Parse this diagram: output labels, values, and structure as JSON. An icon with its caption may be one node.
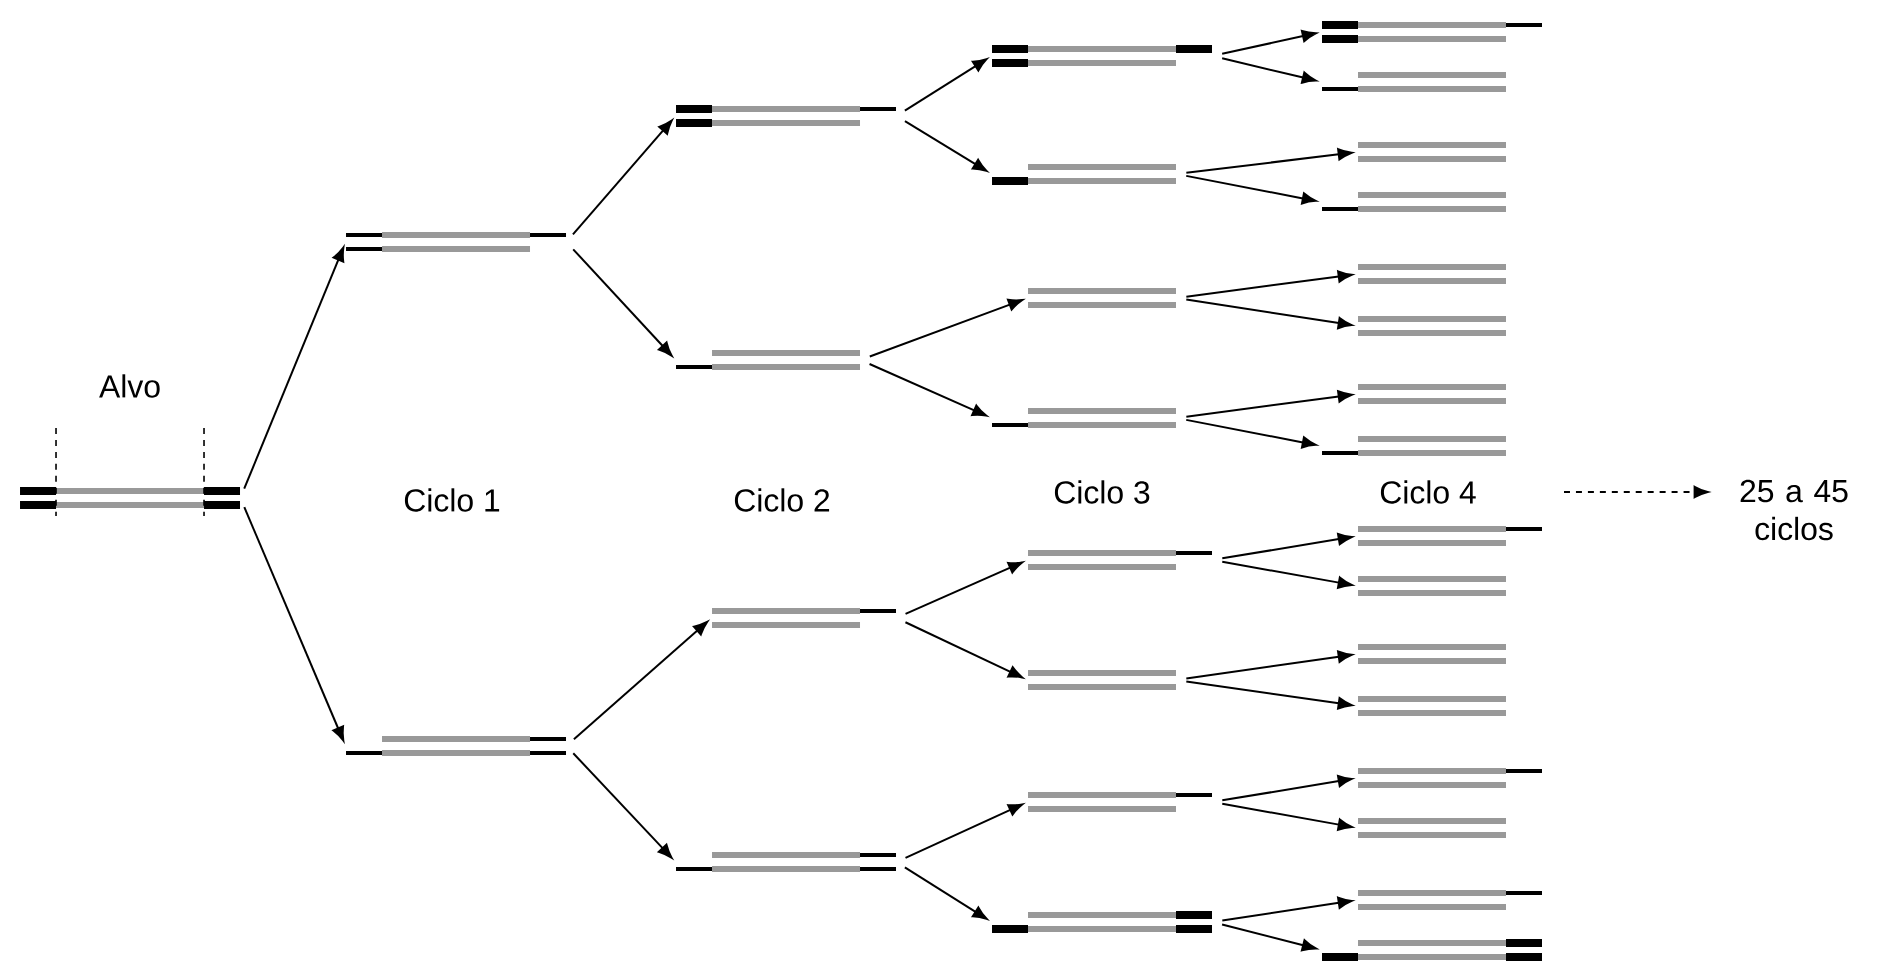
{
  "diagram": {
    "nodes": [
      {
        "text": [],
        "shape": "bar"
      },
      {
        "text": [],
        "shape": "bar"
      },
      {
        "text": [],
        "shape": "bar"
      },
      {
        "text": [],
        "shape": "bar"
      },
      {
        "text": [],
        "shape": "bar"
      },
      {
        "text": [],
        "shape": "bar"
      },
      {
        "text": [],
        "shape": "bar"
      },
      {
        "text": [],
        "shape": "bar"
      },
      {
        "text": [],
        "shape": "bar"
      },
      {
        "text": [],
        "shape": "bar"
      },
      {
        "text": [],
        "shape": "bar"
      },
      {
        "text": [],
        "shape": "bar"
      },
      {
        "text": [],
        "shape": "bar"
      },
      {
        "text": [],
        "shape": "bar"
      },
      {
        "text": [],
        "shape": "bar"
      },
      {
        "text": [],
        "shape": "bar"
      },
      {
        "text": [],
        "shape": "bar"
      },
      {
        "text": [],
        "shape": "bar"
      },
      {
        "text": [],
        "shape": "bar"
      },
      {
        "text": [],
        "shape": "bar"
      },
      {
        "text": [],
        "shape": "bar"
      },
      {
        "text": [],
        "shape": "bar"
      },
      {
        "text": [],
        "shape": "bar"
      },
      {
        "text": [],
        "shape": "bar"
      },
      {
        "text": [],
        "shape": "bar"
      },
      {
        "text": [],
        "shape": "bar"
      },
      {
        "text": [],
        "shape": "bar"
      },
      {
        "text": [],
        "shape": "bar"
      },
      {
        "text": [],
        "shape": "bar"
      },
      {
        "text": [],
        "shape": "bar"
      },
      {
        "text": [],
        "shape": "bar"
      },
      {
        "text": [
          "25 a 45 ciclos"
        ]
      }
    ],
    "edges": [
      {
        "from": 0,
        "to": 1,
        "arrow": "to"
      },
      {
        "from": 0,
        "to": 2,
        "arrow": "to"
      },
      {
        "from": 1,
        "to": 3,
        "arrow": "to"
      },
      {
        "from": 1,
        "to": 4,
        "arrow": "to"
      },
      {
        "from": 2,
        "to": 5,
        "arrow": "to"
      },
      {
        "from": 2,
        "to": 6,
        "arrow": "to"
      },
      {
        "from": 3,
        "to": 7,
        "arrow": "to"
      },
      {
        "from": 3,
        "to": 8,
        "arrow": "to"
      },
      {
        "from": 4,
        "to": 9,
        "arrow": "to"
      },
      {
        "from": 4,
        "to": 10,
        "arrow": "to"
      },
      {
        "from": 5,
        "to": 11,
        "arrow": "to"
      },
      {
        "from": 5,
        "to": 12,
        "arrow": "to"
      },
      {
        "from": 6,
        "to": 13,
        "arrow": "to"
      },
      {
        "from": 6,
        "to": 14,
        "arrow": "to"
      },
      {
        "from": 7,
        "to": 15,
        "arrow": "to"
      },
      {
        "from": 7,
        "to": 16,
        "arrow": "to"
      },
      {
        "from": 8,
        "to": 17,
        "arrow": "to"
      },
      {
        "from": 8,
        "to": 18,
        "arrow": "to"
      },
      {
        "from": 9,
        "to": 19,
        "arrow": "to"
      },
      {
        "from": 9,
        "to": 20,
        "arrow": "to"
      },
      {
        "from": 10,
        "to": 21,
        "arrow": "to"
      },
      {
        "from": 10,
        "to": 22,
        "arrow": "to"
      },
      {
        "from": 11,
        "to": 23,
        "arrow": "to"
      },
      {
        "from": 11,
        "to": 24,
        "arrow": "to"
      },
      {
        "from": 12,
        "to": 25,
        "arrow": "to"
      },
      {
        "from": 12,
        "to": 26,
        "arrow": "to"
      },
      {
        "from": 13,
        "to": 27,
        "arrow": "to"
      },
      {
        "from": 13,
        "to": 28,
        "arrow": "to"
      },
      {
        "from": 14,
        "to": 29,
        "arrow": "to"
      },
      {
        "from": 14,
        "to": 30,
        "arrow": "to"
      },
      {
        "from": null,
        "to": 31,
        "arrow": "to",
        "style": "dashed"
      }
    ],
    "labels": [
      "Alvo",
      "Ciclo 1",
      "Ciclo 2",
      "Ciclo 3",
      "Ciclo 4"
    ]
  }
}
